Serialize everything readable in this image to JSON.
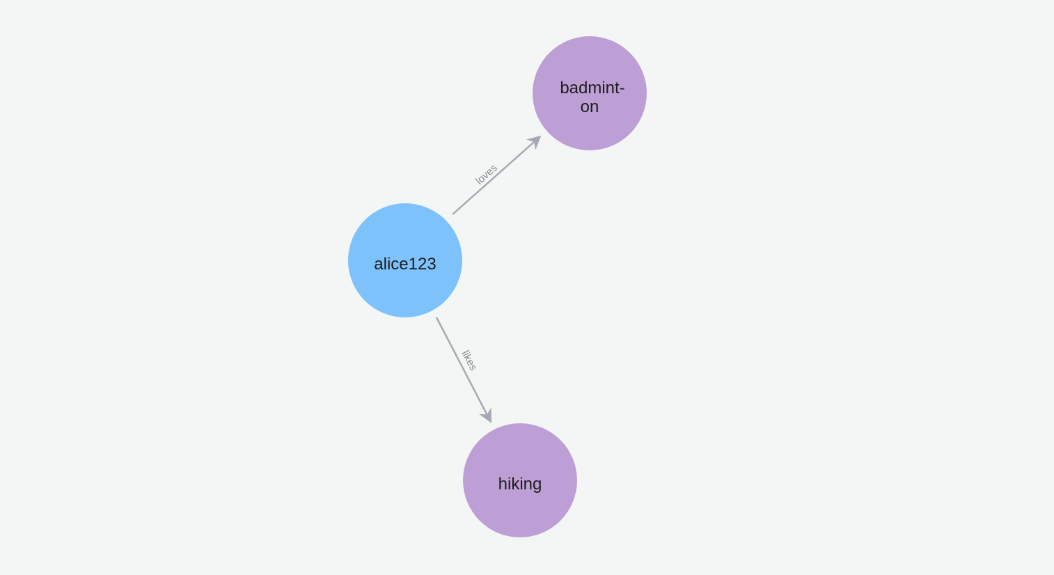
{
  "graph": {
    "nodes": [
      {
        "id": "alice123",
        "lines": [
          "alice123"
        ],
        "color": "#7dc2fb"
      },
      {
        "id": "badminton",
        "lines": [
          "badmint-",
          "on"
        ],
        "color": "#bd9fd6"
      },
      {
        "id": "hiking",
        "lines": [
          "hiking"
        ],
        "color": "#bd9fd6"
      }
    ],
    "edges": [
      {
        "from": "alice123",
        "to": "badminton",
        "label": "loves"
      },
      {
        "from": "alice123",
        "to": "hiking",
        "label": "likes"
      }
    ],
    "colors": {
      "background": "#f4f6f6",
      "edge": "#a5a9b2",
      "edge_label": "#8a8a8a",
      "node_text": "#1c1c1c"
    }
  }
}
